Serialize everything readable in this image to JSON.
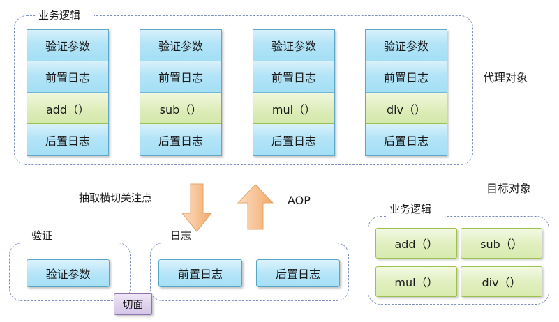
{
  "diagram": {
    "title": "AOP proxy object / target object diagram",
    "colors": {
      "dashed_border": "#7b8fbd",
      "blue_fill": "#b3e4f7",
      "blue_border": "#56a6c6",
      "green_fill": "#dcecb8",
      "green_border": "#9cc24e",
      "purple_fill": "#ddd0ec",
      "purple_border": "#8f74ae",
      "arrow_fill": "#f6c396",
      "arrow_border": "#e08a42"
    }
  },
  "proxy_section": {
    "group_caption": "业务逻辑",
    "side_label": "代理对象",
    "cards": [
      {
        "name": "add-card",
        "rows": [
          {
            "text": "验证参数",
            "kind": "blue"
          },
          {
            "text": "前置日志",
            "kind": "blue"
          },
          {
            "text": "add（）",
            "kind": "green"
          },
          {
            "text": "后置日志",
            "kind": "blue"
          }
        ]
      },
      {
        "name": "sub-card",
        "rows": [
          {
            "text": "验证参数",
            "kind": "blue"
          },
          {
            "text": "前置日志",
            "kind": "blue"
          },
          {
            "text": "sub（）",
            "kind": "green"
          },
          {
            "text": "后置日志",
            "kind": "blue"
          }
        ]
      },
      {
        "name": "mul-card",
        "rows": [
          {
            "text": "验证参数",
            "kind": "blue"
          },
          {
            "text": "前置日志",
            "kind": "blue"
          },
          {
            "text": "mul（）",
            "kind": "green"
          },
          {
            "text": "后置日志",
            "kind": "blue"
          }
        ]
      },
      {
        "name": "div-card",
        "rows": [
          {
            "text": "验证参数",
            "kind": "blue"
          },
          {
            "text": "前置日志",
            "kind": "blue"
          },
          {
            "text": "div（）",
            "kind": "green"
          },
          {
            "text": "后置日志",
            "kind": "blue"
          }
        ]
      }
    ]
  },
  "middle": {
    "extract_label": "抽取横切关注点",
    "aop_label": "AOP",
    "down_arrow_name": "down-arrow-icon",
    "up_arrow_name": "up-arrow-icon"
  },
  "aspect_section": {
    "validate_group_caption": "验证",
    "log_group_caption": "日志",
    "aspect_badge": "切面",
    "validate_boxes": [
      "验证参数"
    ],
    "log_boxes": [
      "前置日志",
      "后置日志"
    ]
  },
  "target_section": {
    "side_label": "目标对象",
    "group_caption": "业务逻辑",
    "methods": [
      "add（）",
      "sub（）",
      "mul（）",
      "div（）"
    ]
  }
}
